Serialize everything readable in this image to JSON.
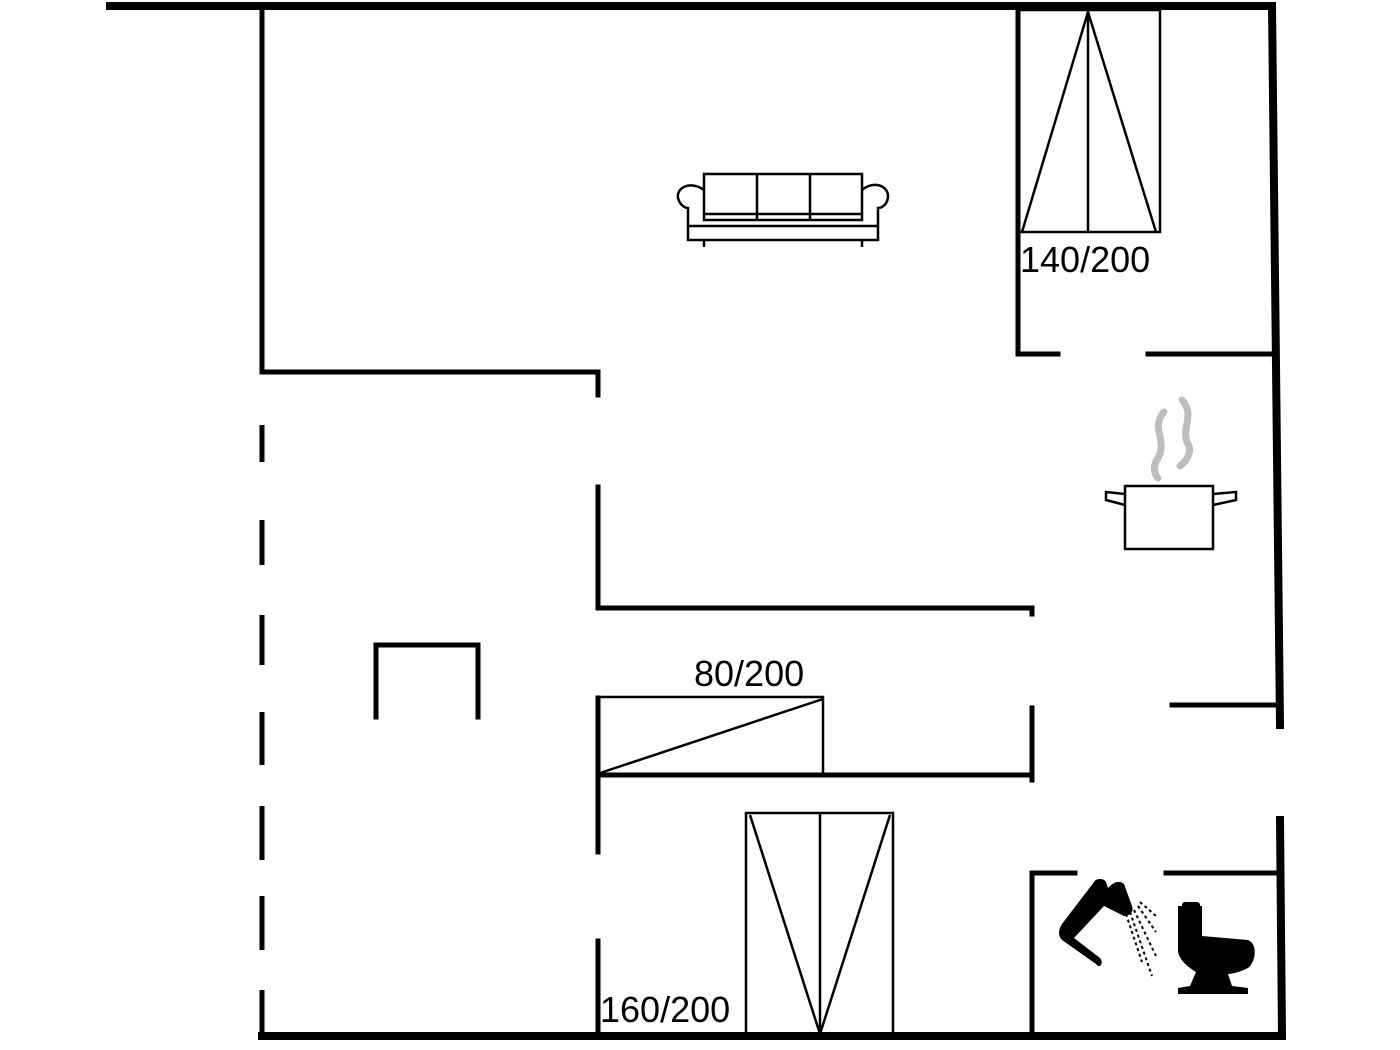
{
  "beds": {
    "top_right": {
      "label": "140/200"
    },
    "middle": {
      "label": "80/200"
    },
    "bottom": {
      "label": "160/200"
    }
  },
  "icons": {
    "sofa": "sofa-icon",
    "kitchen": "cooking-pot-icon",
    "shower": "shower-icon",
    "toilet": "toilet-icon"
  },
  "colors": {
    "walls": "#000000",
    "steam": "#bdbdbd",
    "background": "#ffffff"
  }
}
